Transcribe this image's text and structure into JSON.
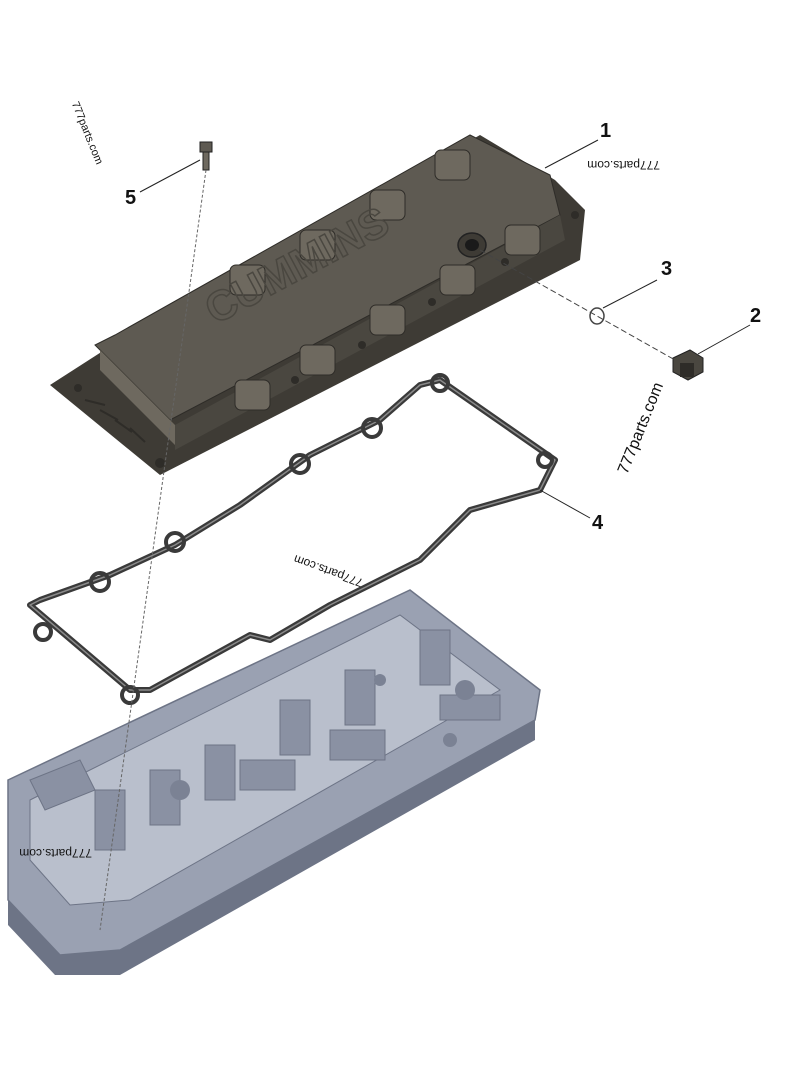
{
  "callouts": {
    "c1": "1",
    "c2": "2",
    "c3": "3",
    "c4": "4",
    "c5": "5"
  },
  "watermarks": {
    "w1": "777parts.com",
    "w2": "777parts.com",
    "w3": "777parts.com",
    "w4": "777parts.com",
    "w5": "777parts.com"
  },
  "logo_text": "CUMMINS",
  "colors": {
    "cover": "#5e5a52",
    "cover_top": "#6e695f",
    "cover_dark": "#3e3b35",
    "gasket": "#3a3a3a",
    "housing": "#9aa1b2",
    "housing_dark": "#6d7486",
    "housing_light": "#b9bfcc",
    "leader": "#222222"
  }
}
